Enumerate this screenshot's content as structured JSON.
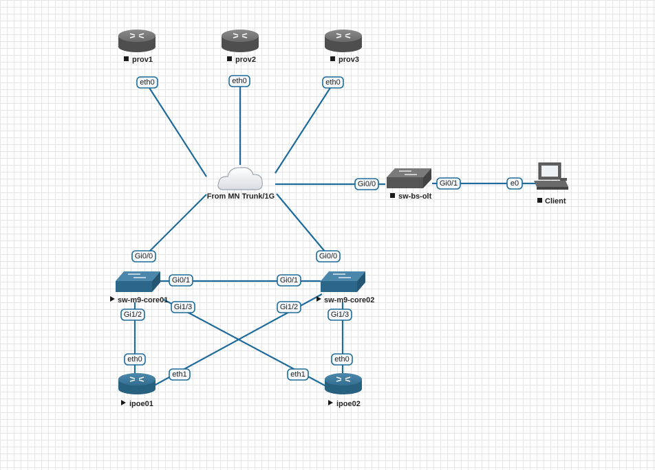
{
  "nodes": {
    "prov1": {
      "label": "prov1",
      "status": "stopped",
      "kind": "router",
      "color": "#595959"
    },
    "prov2": {
      "label": "prov2",
      "status": "stopped",
      "kind": "router",
      "color": "#595959"
    },
    "prov3": {
      "label": "prov3",
      "status": "stopped",
      "kind": "router",
      "color": "#595959"
    },
    "cloud": {
      "label": "From MN Trunk/1G",
      "kind": "cloud"
    },
    "sw_bs_olt": {
      "label": "sw-bs-olt",
      "status": "stopped",
      "kind": "switch",
      "color": "#595959"
    },
    "client": {
      "label": "Client",
      "status": "stopped",
      "kind": "pc",
      "color": "#555555"
    },
    "core01": {
      "label": "sw-m9-core01",
      "status": "running",
      "kind": "switch",
      "color": "#2f6c8e"
    },
    "core02": {
      "label": "sw-m9-core02",
      "status": "running",
      "kind": "switch",
      "color": "#2f6c8e"
    },
    "ipoe01": {
      "label": "ipoe01",
      "status": "running",
      "kind": "router",
      "color": "#2f6c8e"
    },
    "ipoe02": {
      "label": "ipoe02",
      "status": "running",
      "kind": "router",
      "color": "#2f6c8e"
    }
  },
  "interfaces": {
    "prov1_eth0": "eth0",
    "prov2_eth0": "eth0",
    "prov3_eth0": "eth0",
    "olt_gi00": "Gi0/0",
    "olt_gi01": "Gi0/1",
    "client_e0": "e0",
    "core01_gi00": "Gi0/0",
    "core02_gi00": "Gi0/0",
    "core01_gi01": "Gi0/1",
    "core02_gi01": "Gi0/1",
    "core01_gi12": "Gi1/2",
    "core01_gi13": "Gi1/3",
    "core02_gi12": "Gi1/2",
    "core02_gi13": "Gi1/3",
    "ipoe01_eth0": "eth0",
    "ipoe01_eth1": "eth1",
    "ipoe02_eth0": "eth0",
    "ipoe02_eth1": "eth1"
  },
  "colors": {
    "link": "#1d6b9a",
    "grid": "#e6e6e6",
    "stopped_device": "#595959",
    "running_device": "#2f6c8e"
  },
  "icons": {
    "router": "router-icon",
    "switch": "switch-icon",
    "cloud": "cloud-icon",
    "pc": "pc-icon"
  }
}
